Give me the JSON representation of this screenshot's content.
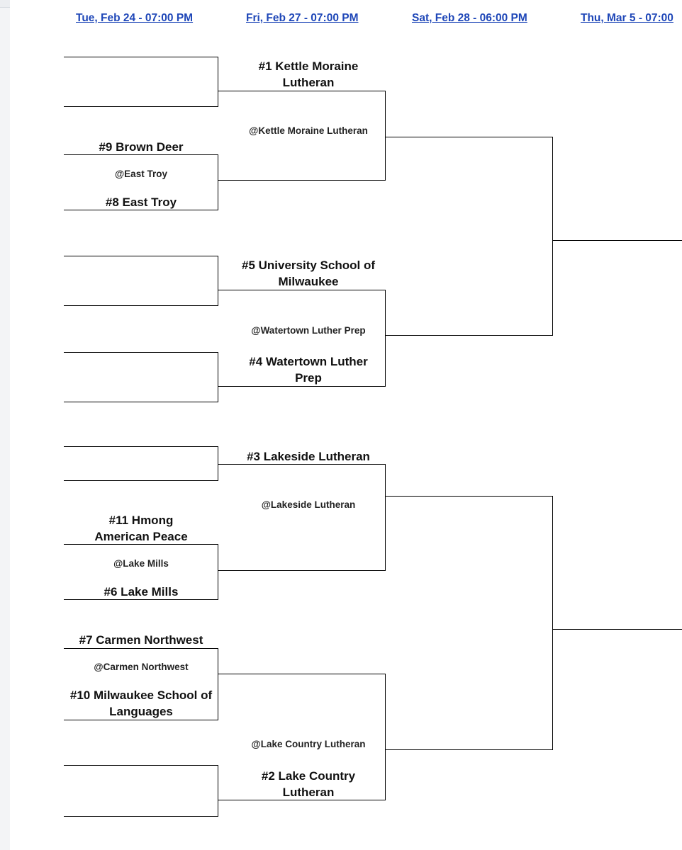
{
  "dates": [
    "Tue, Feb 24 - 07:00 PM",
    "Fri, Feb 27 - 07:00 PM",
    "Sat, Feb 28 - 06:00 PM",
    "Thu, Mar 5 - 07:00"
  ],
  "round1": {
    "game1": {
      "top": "#9 Brown Deer",
      "venue": "@East Troy",
      "bottom": "#8 East Troy"
    },
    "game2": {
      "top": "#11 Hmong American Peace",
      "venue": "@Lake Mills",
      "bottom": "#6 Lake Mills"
    },
    "game3": {
      "top": "#7 Carmen Northwest",
      "venue": "@Carmen Northwest",
      "bottom": "#10 Milwaukee School of Languages"
    }
  },
  "round2": {
    "game1": {
      "top": "#1 Kettle Moraine Lutheran",
      "venue": "@Kettle Moraine Lutheran"
    },
    "game2": {
      "top": "#5 University School of Milwaukee",
      "venue": "@Watertown Luther Prep",
      "bottom": "#4 Watertown Luther Prep"
    },
    "game3": {
      "top": "#3 Lakeside Lutheran",
      "venue": "@Lakeside Lutheran"
    },
    "game4": {
      "venue": "@Lake Country Lutheran",
      "bottom": "#2 Lake Country Lutheran"
    }
  }
}
